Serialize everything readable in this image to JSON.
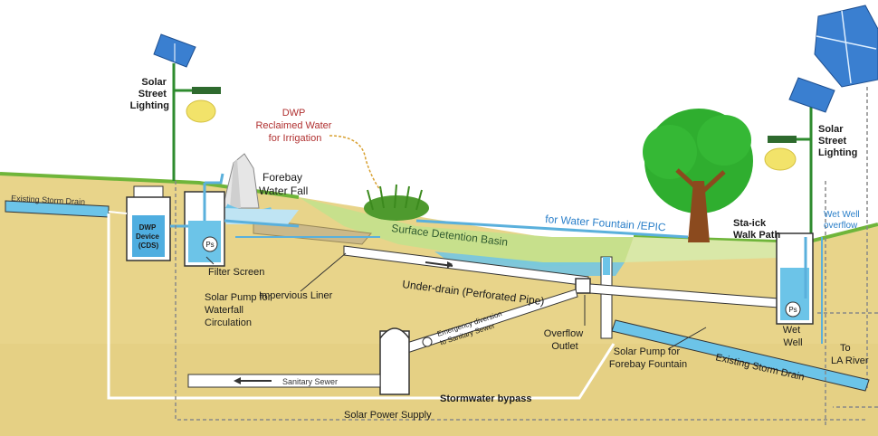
{
  "colors": {
    "soil": "#e8d48a",
    "soil_dark": "#d9c06e",
    "grass": "#6fb53a",
    "basin": "#c7e08c",
    "water": "#6cc4e8",
    "pipe_blue": "#5ab0dc",
    "label_red": "#b03030",
    "label_blue": "#2a7fc9",
    "tree": "#2fae2f",
    "lamp": "#f2e36a"
  },
  "labels": {
    "solar_street_lighting_left": [
      "Solar",
      "Street",
      "Lighting"
    ],
    "solar_street_lighting_right": [
      "Solar",
      "Street",
      "Lighting"
    ],
    "dwp_reclaimed": [
      "DWP",
      "Reclaimed Water",
      "for Irrigation"
    ],
    "forebay_water_fall": [
      "Forebay",
      "Water Fall"
    ],
    "existing_storm_drain_left": "Existing Storm Drain",
    "dwp_device": [
      "DWP",
      "Device",
      "(CDS)"
    ],
    "pump_symbol": "Ps",
    "filter_screen": "Filter  Screen",
    "solar_pump_waterfall": [
      "Solar Pump for",
      "Waterfall",
      "Circulation"
    ],
    "impervious_liner": "Impervious Liner",
    "surface_detention_basin": "Surface Detention Basin",
    "for_water_fountain": "for Water Fountain /EPIC",
    "sta_ick_walk_path": [
      "Sta-ick",
      "Walk Path"
    ],
    "wet_well_overflow": [
      "Wet Well",
      "overflow"
    ],
    "under_drain": "Under-drain (Perforated Pipe)",
    "emergency_diversion": [
      "Emergency diversion",
      "to Sanitary Sewer"
    ],
    "overflow_outlet": [
      "Overflow",
      "Outlet"
    ],
    "solar_pump_forebay": [
      "Solar Pump for",
      "Forebay Fountain"
    ],
    "wet_well": [
      "Wet",
      "Well"
    ],
    "existing_storm_drain_right": "Existing Storm Drain",
    "to_la_river": [
      "To",
      "LA River"
    ],
    "sanitary_sewer": "Sanitary Sewer",
    "stormwater_bypass": "Stormwater bypass",
    "solar_power_supply": "Solar Power Supply"
  }
}
